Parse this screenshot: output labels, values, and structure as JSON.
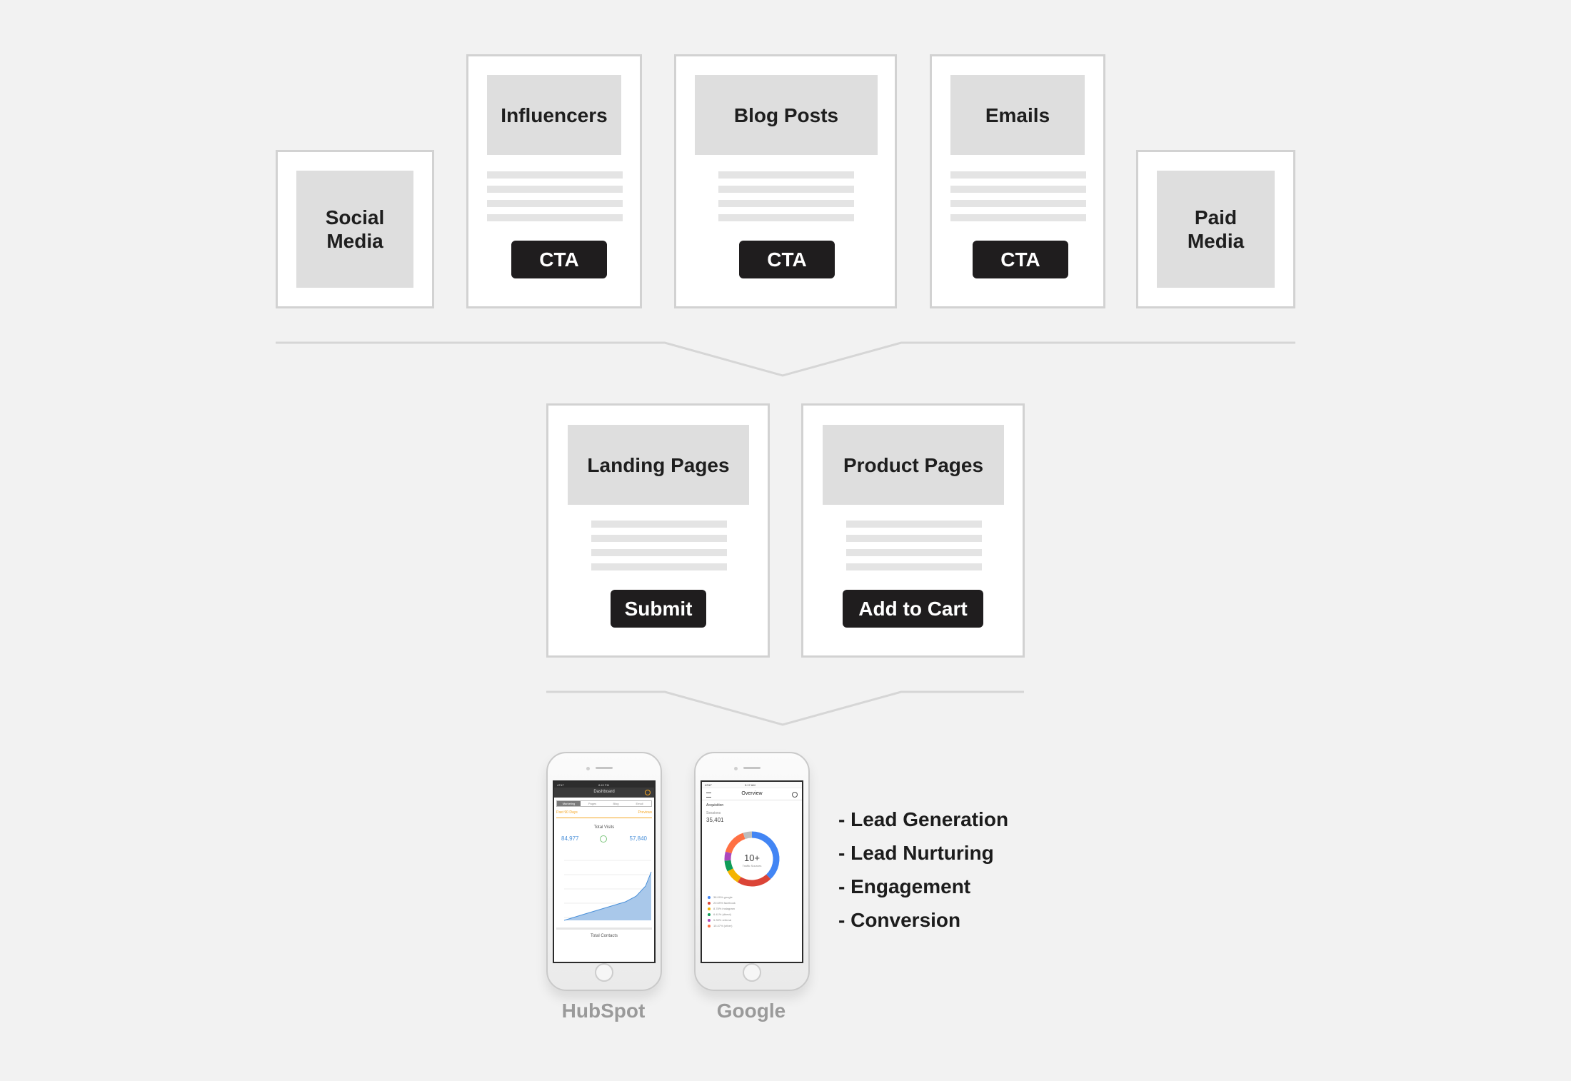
{
  "channels": {
    "social_media": "Social\nMedia",
    "influencers": {
      "title": "Influencers",
      "cta": "CTA"
    },
    "blog_posts": {
      "title": "Blog Posts",
      "cta": "CTA"
    },
    "emails": {
      "title": "Emails",
      "cta": "CTA"
    },
    "paid_media": "Paid\nMedia"
  },
  "destinations": {
    "landing_pages": {
      "title": "Landing Pages",
      "button": "Submit"
    },
    "product_pages": {
      "title": "Product Pages",
      "button": "Add to Cart"
    }
  },
  "analytics": {
    "hubspot": {
      "caption": "HubSpot",
      "status_carrier": "AT&T",
      "status_time": "8:43 PM",
      "header": "Dashboard",
      "tabs": [
        "Marketing",
        "Pages",
        "Blog",
        "Email"
      ],
      "range_left": "Past 90 Days",
      "range_right": "Previous",
      "card_title": "Total Visits",
      "value_left": "84,977",
      "value_right": "57,840",
      "footer_title": "Total Contacts",
      "line_color": "#4a90d9",
      "accent_color": "#f5a623"
    },
    "google": {
      "caption": "Google",
      "status_carrier": "AT&T",
      "status_time": "9:17 AM",
      "header": "Overview",
      "section": "Acquisition",
      "metric_label": "Sessions",
      "metric_value": "35,401",
      "donut_label": "10+",
      "donut_sub": "Traffic Sources",
      "legend": [
        {
          "pct": "38.09%",
          "label": "google",
          "color": "#4285f4"
        },
        {
          "pct": "20.69%",
          "label": "facebook",
          "color": "#db4437"
        },
        {
          "pct": "8.78%",
          "label": "instagram",
          "color": "#f4b400"
        },
        {
          "pct": "6.41%",
          "label": "(direct)",
          "color": "#0f9d58"
        },
        {
          "pct": "5.33%",
          "label": "referral",
          "color": "#ab47bc"
        },
        {
          "pct": "15.47%",
          "label": "(other)",
          "color": "#ff7043"
        }
      ],
      "donut_values": [
        38.09,
        20.69,
        8.78,
        6.41,
        5.33,
        15.47,
        5.23
      ]
    }
  },
  "goals": [
    "- Lead Generation",
    "- Lead Nurturing",
    "- Engagement",
    "- Conversion"
  ]
}
